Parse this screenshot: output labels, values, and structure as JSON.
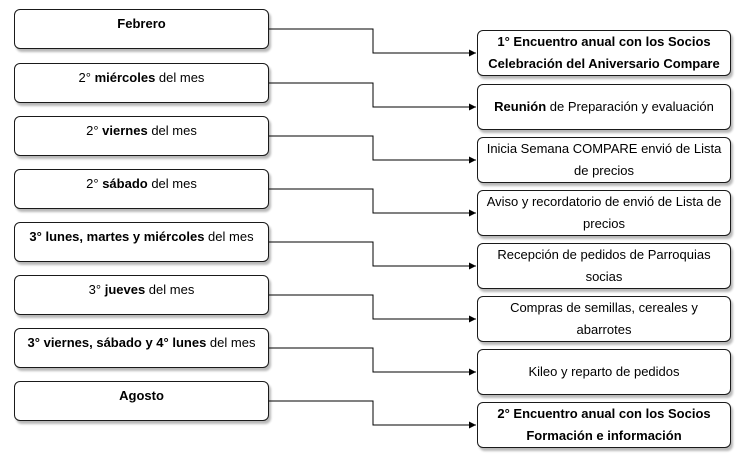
{
  "left_boxes": [
    [
      {
        "t": "Febrero",
        "b": true
      }
    ],
    [
      {
        "t": "2° ",
        "b": false
      },
      {
        "t": "miércoles",
        "b": true
      },
      {
        "t": " del mes",
        "b": false
      }
    ],
    [
      {
        "t": "2° ",
        "b": false
      },
      {
        "t": "viernes",
        "b": true
      },
      {
        "t": " del mes",
        "b": false
      }
    ],
    [
      {
        "t": "2° ",
        "b": false
      },
      {
        "t": "sábado",
        "b": true
      },
      {
        "t": " del mes",
        "b": false
      }
    ],
    [
      {
        "t": "3° lunes, martes y miércoles",
        "b": true
      },
      {
        "t": " del mes",
        "b": false
      }
    ],
    [
      {
        "t": "3° ",
        "b": false
      },
      {
        "t": "jueves",
        "b": true
      },
      {
        "t": " del mes",
        "b": false
      }
    ],
    [
      {
        "t": "3° viernes, sábado y 4° lunes",
        "b": true
      },
      {
        "t": " del mes",
        "b": false
      }
    ],
    [
      {
        "t": "Agosto",
        "b": true
      }
    ]
  ],
  "right_boxes": [
    [
      {
        "t": "1° Encuentro anual con los Socios",
        "b": true
      },
      {
        "t": "\n",
        "b": false
      },
      {
        "t": "Celebración del Aniversario Compare",
        "b": true
      }
    ],
    [
      {
        "t": "Reunión",
        "b": true
      },
      {
        "t": " de Preparación y evaluación",
        "b": false
      }
    ],
    [
      {
        "t": "Inicia Semana COMPARE envió de Lista de precios",
        "b": false
      }
    ],
    [
      {
        "t": "Aviso y recordatorio de envió de Lista de precios",
        "b": false
      }
    ],
    [
      {
        "t": "Recepción de pedidos de Parroquias socias",
        "b": false
      }
    ],
    [
      {
        "t": "Compras de semillas, cereales y abarrotes",
        "b": false
      }
    ],
    [
      {
        "t": "Kileo y reparto de pedidos",
        "b": false
      }
    ],
    [
      {
        "t": "2° Encuentro anual con los Socios",
        "b": true
      },
      {
        "t": "\n",
        "b": false
      },
      {
        "t": "Formación e información",
        "b": true
      }
    ]
  ]
}
